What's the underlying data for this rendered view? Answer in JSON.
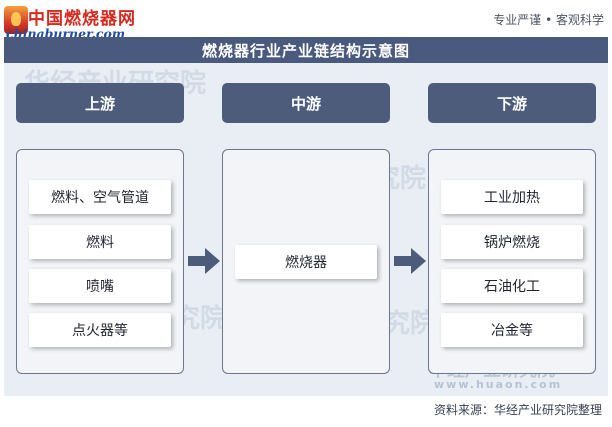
{
  "header": {
    "logo_cn": "中国燃烧器网",
    "logo_en": "chinaburner.com",
    "slogan": "专业严谨 • 客观科学",
    "title": "燃烧器行业产业链结构示意图"
  },
  "columns": [
    {
      "header": "上游",
      "items": [
        "燃料、空气管道",
        "燃料",
        "喷嘴",
        "点火器等"
      ]
    },
    {
      "header": "中游",
      "items": [
        "燃烧器"
      ]
    },
    {
      "header": "下游",
      "items": [
        "工业加热",
        "锅炉燃烧",
        "石油化工",
        "冶金等"
      ]
    }
  ],
  "watermark": {
    "name": "华经产业研究院",
    "url": "www.huaon.com"
  },
  "footer": {
    "source": "资料来源：华经产业研究院整理"
  },
  "colors": {
    "title_bar": "#4a5a7e",
    "column_header": "#4e5c7c",
    "arrow": "#4e5c7c",
    "background": "#e9eef4"
  }
}
